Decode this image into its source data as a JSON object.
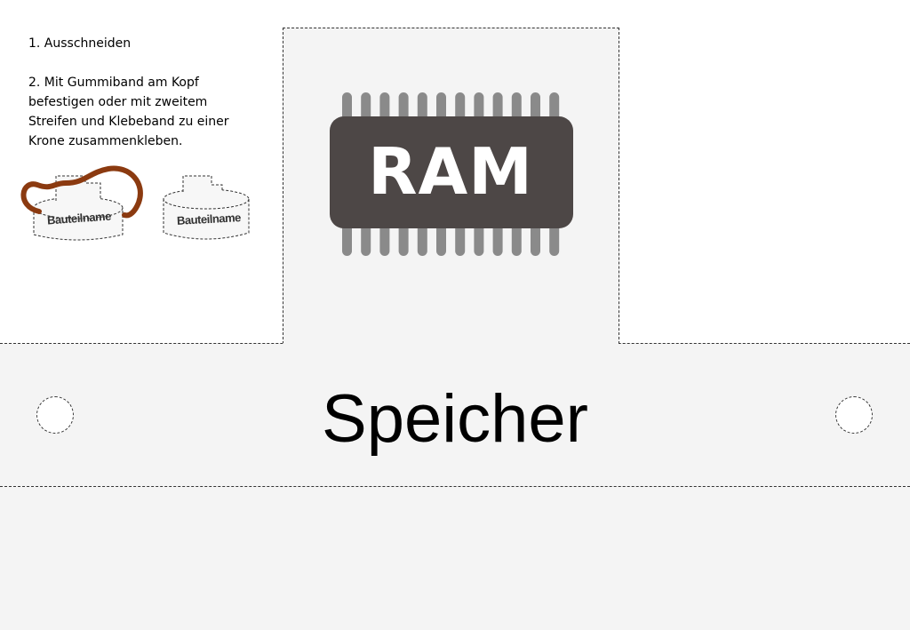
{
  "instructions": {
    "step1": "1. Ausschneiden",
    "step2": "2. Mit Gummiband am Kopf befestigen oder mit zweitem Streifen und Klebeband zu einer Krone zusammenkleben."
  },
  "chip": {
    "label": "RAM",
    "icon": "ram-chip-icon",
    "body_color": "#4d4746",
    "pin_color": "#8a8a8a"
  },
  "band": {
    "title": "Speicher"
  },
  "illustrations": {
    "crown_with_band_label": "Bauteilname",
    "crown_plain_label": "Bauteilname",
    "rubber_band_color": "#8b3a10"
  },
  "colors": {
    "paper": "#f4f4f4",
    "cut_line": "#333333",
    "text": "#000000"
  }
}
